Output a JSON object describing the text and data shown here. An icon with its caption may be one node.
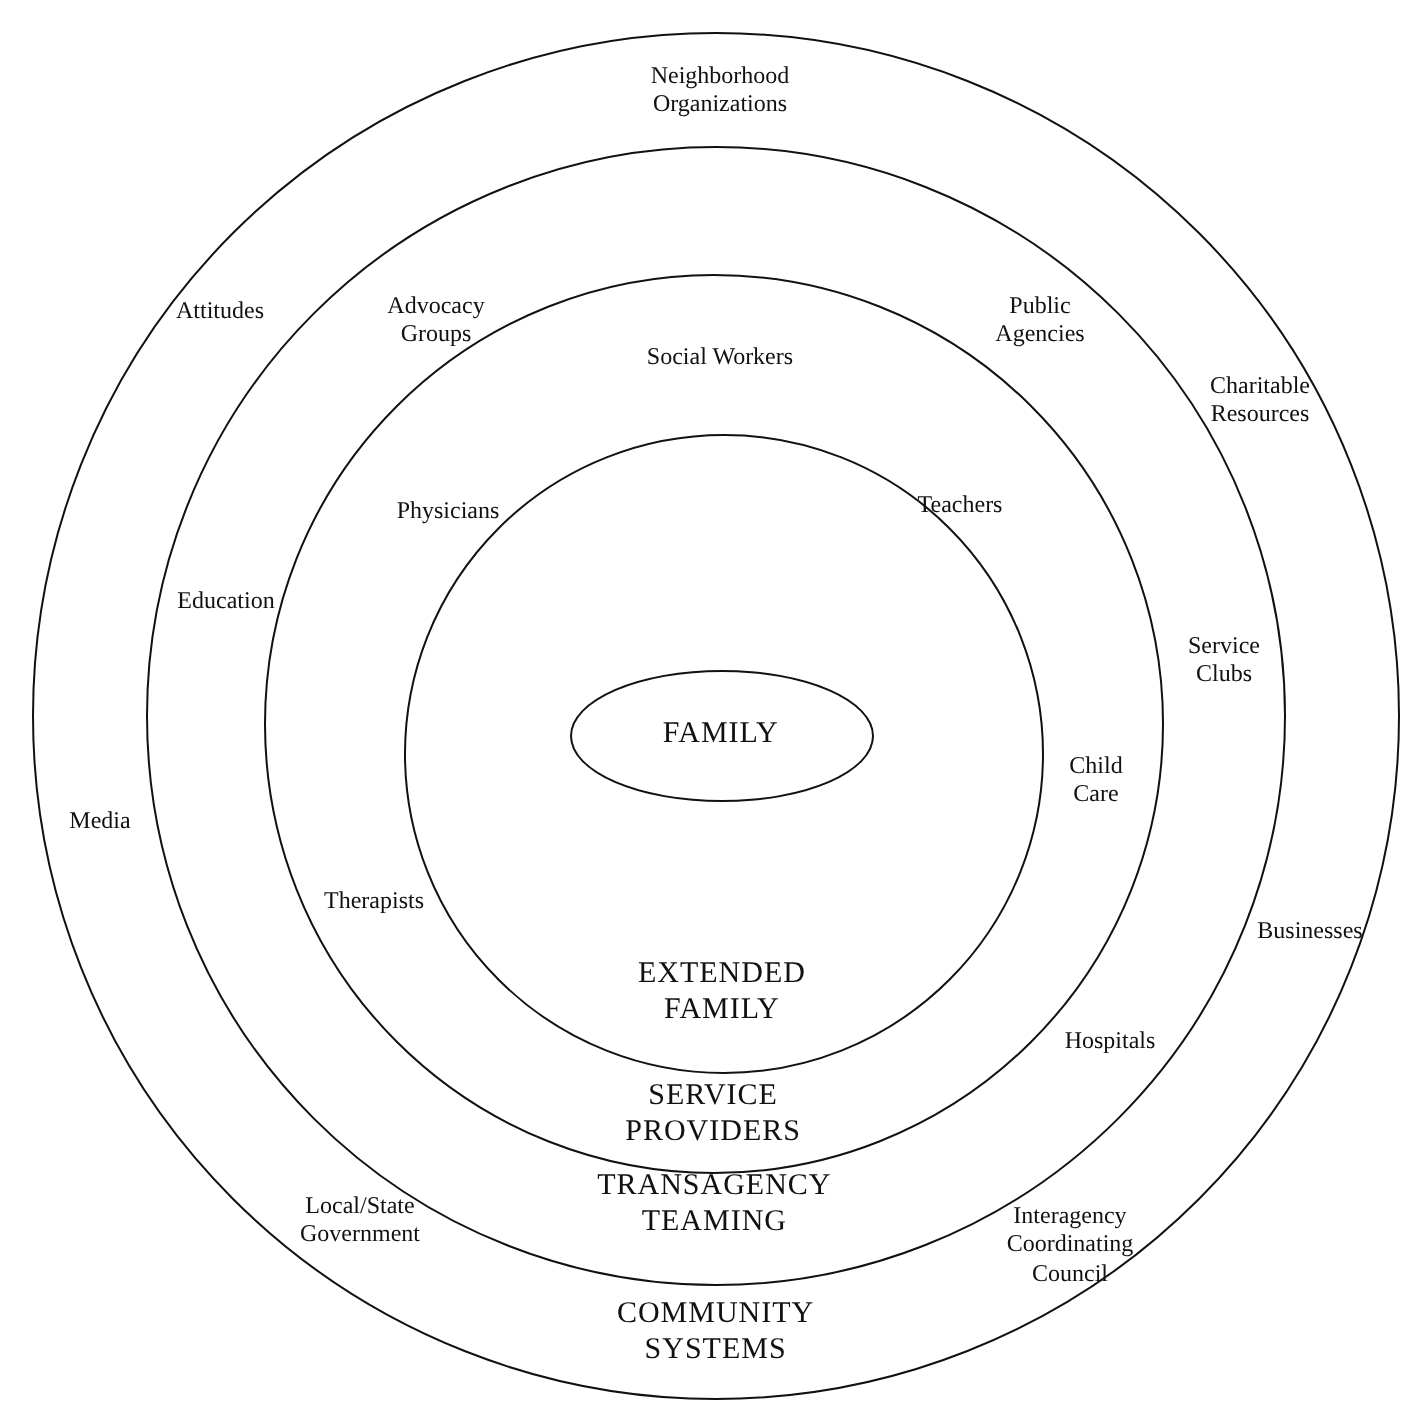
{
  "diagram": {
    "nodes": [
      {
        "text": [
          "COMMUNITY SYSTEMS"
        ]
      },
      {
        "text": [
          "TRANSAGENCY TEAMING"
        ],
        "in": 0
      },
      {
        "text": [
          "SERVICE PROVIDERS"
        ],
        "in": 1
      },
      {
        "text": [
          "EXTENDED FAMILY"
        ],
        "in": 2
      },
      {
        "text": [
          "FAMILY"
        ],
        "in": 3
      }
    ],
    "labels": [
      "Neighborhood Organizations",
      "Advocacy Groups",
      "Public Agencies",
      "Attitudes",
      "Social Workers",
      "Charitable Resources",
      "Physicians",
      "Teachers",
      "Education",
      "Service Clubs",
      "Child Care",
      "Media",
      "Therapists",
      "Businesses",
      "Hospitals",
      "Local/State Government",
      "Interagency Coordinating Council"
    ]
  }
}
